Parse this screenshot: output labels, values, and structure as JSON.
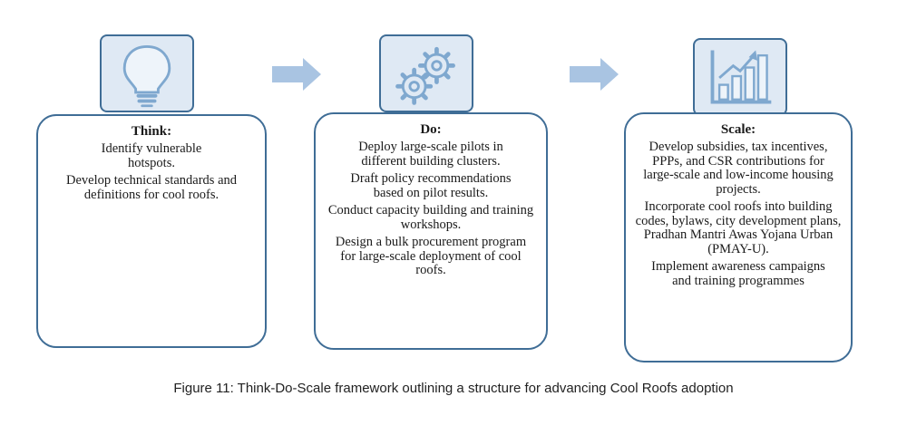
{
  "colors": {
    "border": "#3f6d96",
    "icon_fill": "#dfe9f4",
    "arrow": "#a9c4e2"
  },
  "stages": [
    {
      "title": "Think:",
      "icon": "lightbulb-icon",
      "items": [
        "Identify vulnerable hotspots.",
        "Develop technical standards and definitions for cool roofs."
      ]
    },
    {
      "title": "Do:",
      "icon": "gears-icon",
      "items": [
        "Deploy large-scale pilots in different building clusters.",
        "Draft policy recommendations based on pilot results.",
        "Conduct capacity building and training workshops.",
        "Design a bulk procurement program for large-scale deployment of cool roofs."
      ]
    },
    {
      "title": "Scale:",
      "icon": "growth-chart-icon",
      "items": [
        "Develop subsidies, tax incentives, PPPs, and CSR contributions for large-scale and low-income housing projects.",
        "Incorporate cool roofs into building codes, bylaws, city development plans, Pradhan Mantri Awas Yojana Urban (PMAY-U).",
        "Implement awareness campaigns and training programmes"
      ]
    }
  ],
  "caption": "Figure 11:  Think-Do-Scale framework outlining a structure for advancing Cool Roofs adoption"
}
